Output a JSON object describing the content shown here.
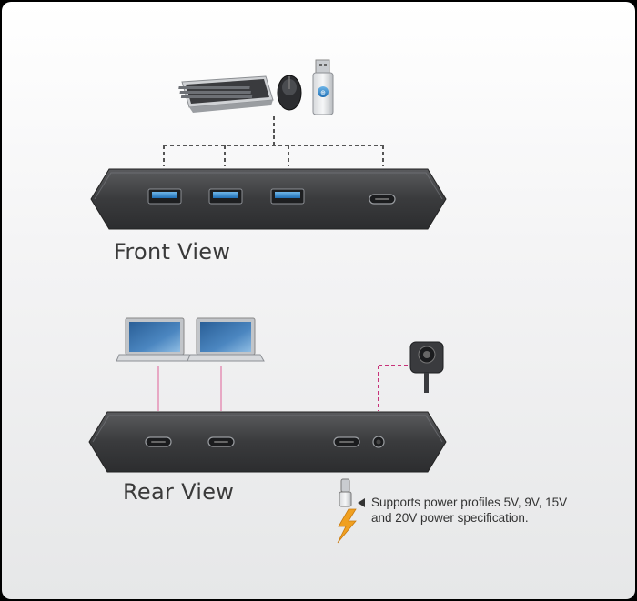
{
  "front_view_label": "Front View",
  "rear_view_label": "Rear View",
  "power_note": {
    "line1": "Supports power profiles 5V, 9V, 15V",
    "line2": "and 20V power specification."
  },
  "colors": {
    "device_body": "#3b3c3e",
    "dashed_line": "#555555",
    "pink_line": "#e7a8c4",
    "magenta_dash": "#c8327a",
    "lightning": "#f0a020"
  },
  "icons": [
    "keyboard-icon",
    "mouse-icon",
    "usb-flash-drive-icon",
    "laptop-icon",
    "webcam-icon",
    "usb-c-plug-icon",
    "lightning-icon"
  ]
}
